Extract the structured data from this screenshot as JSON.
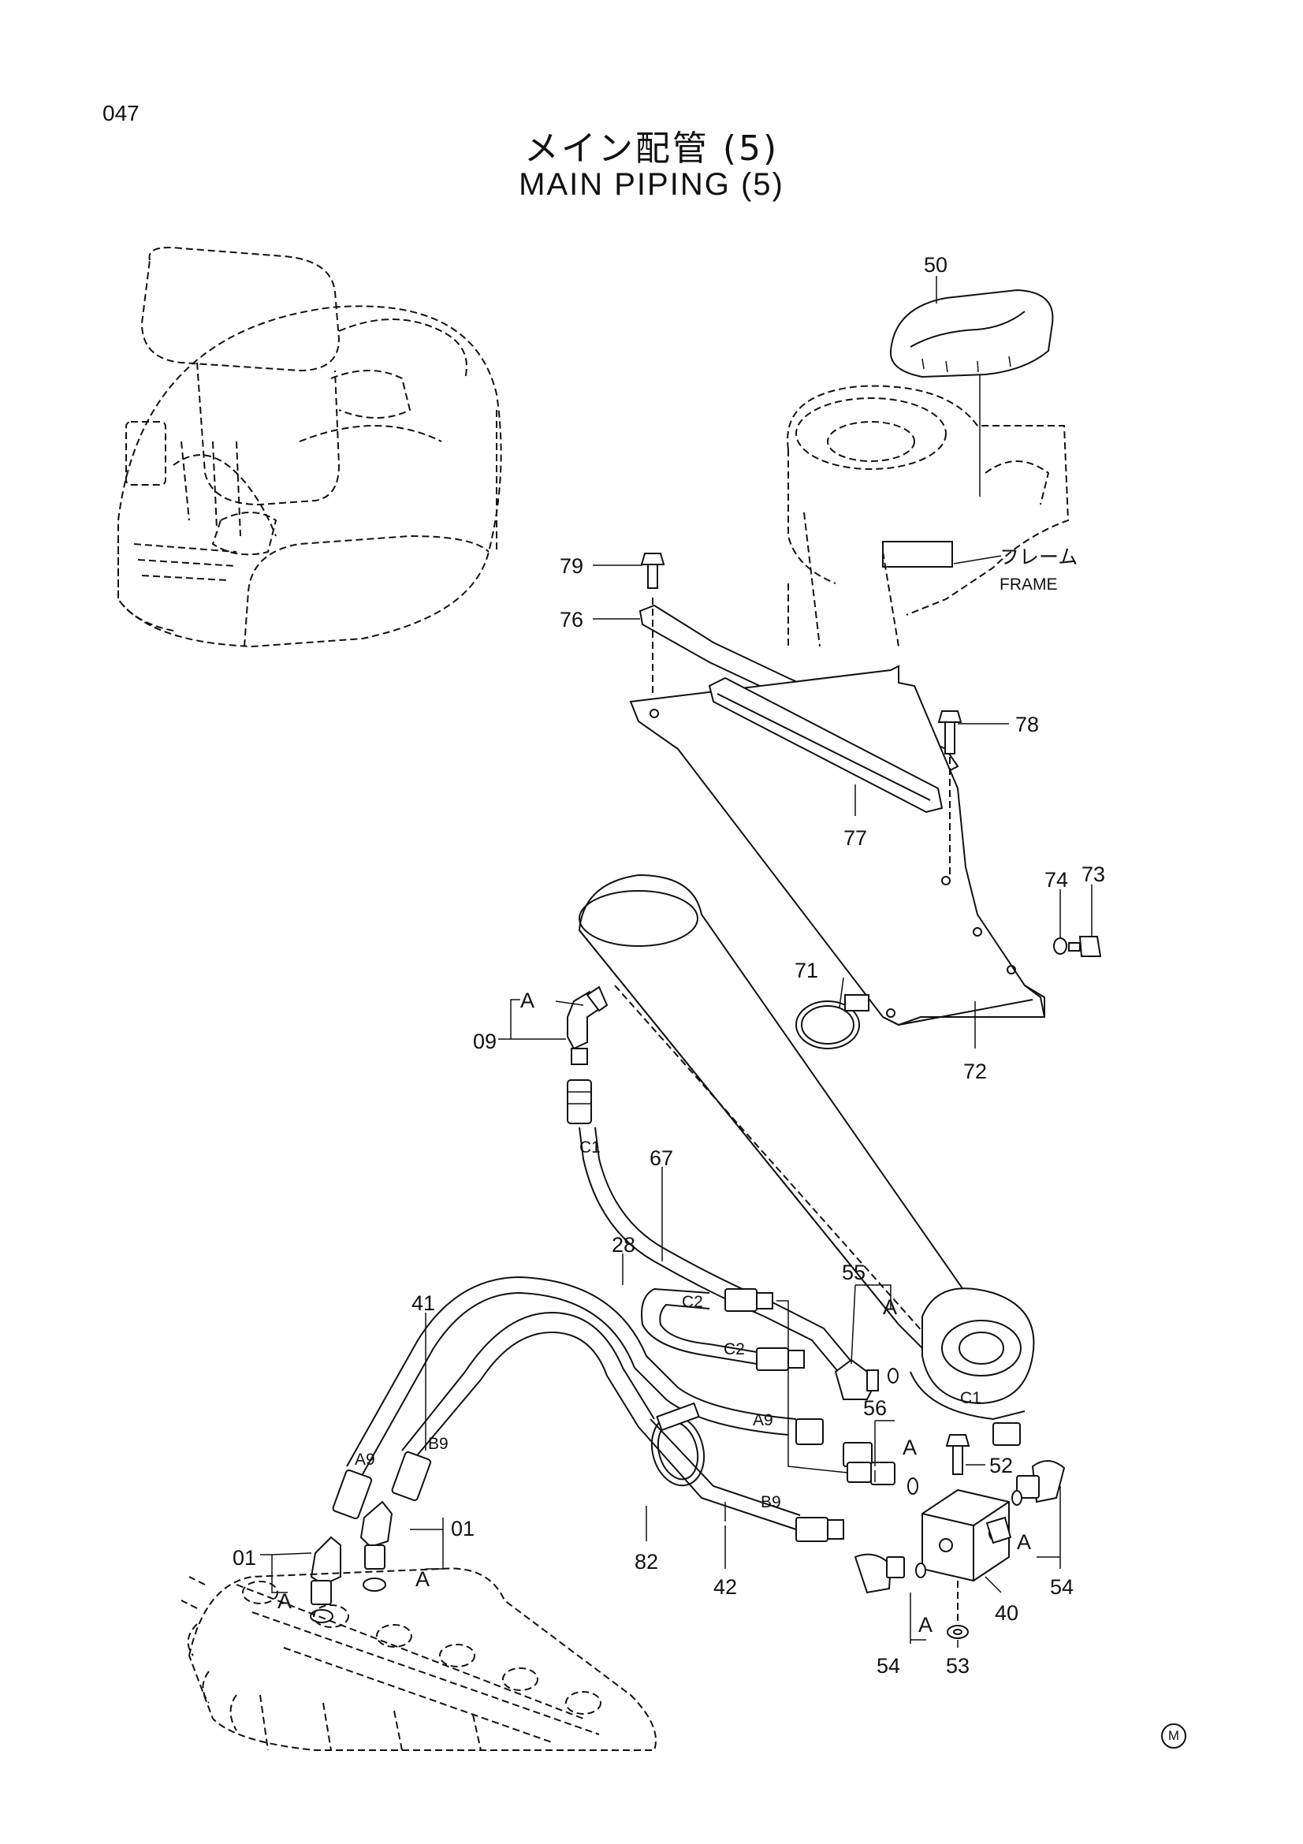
{
  "page_number": "047",
  "title_jp": "メイン配管 (5)",
  "title_en": "MAIN PIPING (5)",
  "frame_label_jp": "フレーム",
  "frame_label_en": "FRAME",
  "callouts": {
    "p50": "50",
    "p79": "79",
    "p76": "76",
    "p78": "78",
    "p77": "77",
    "p74": "74",
    "p73": "73",
    "p71": "71",
    "p72": "72",
    "p09": "09",
    "p67": "67",
    "p28": "28",
    "p55": "55",
    "p41": "41",
    "p56": "56",
    "p52": "52",
    "p54a": "54",
    "p54b": "54",
    "p01a": "01",
    "p01b": "01",
    "p82": "82",
    "p42": "42",
    "p40": "40",
    "p53": "53"
  },
  "ref_markers": {
    "a1": "A",
    "a2": "A",
    "a3": "A",
    "a4": "A",
    "a5": "A",
    "a6": "A",
    "a7": "A"
  },
  "port_labels": {
    "c1a": "C1",
    "c1b": "C1",
    "c2a": "C2",
    "c2b": "C2",
    "a9a": "A9",
    "a9b": "A9",
    "b9a": "B9",
    "b9b": "B9"
  },
  "corner_mark": "M"
}
